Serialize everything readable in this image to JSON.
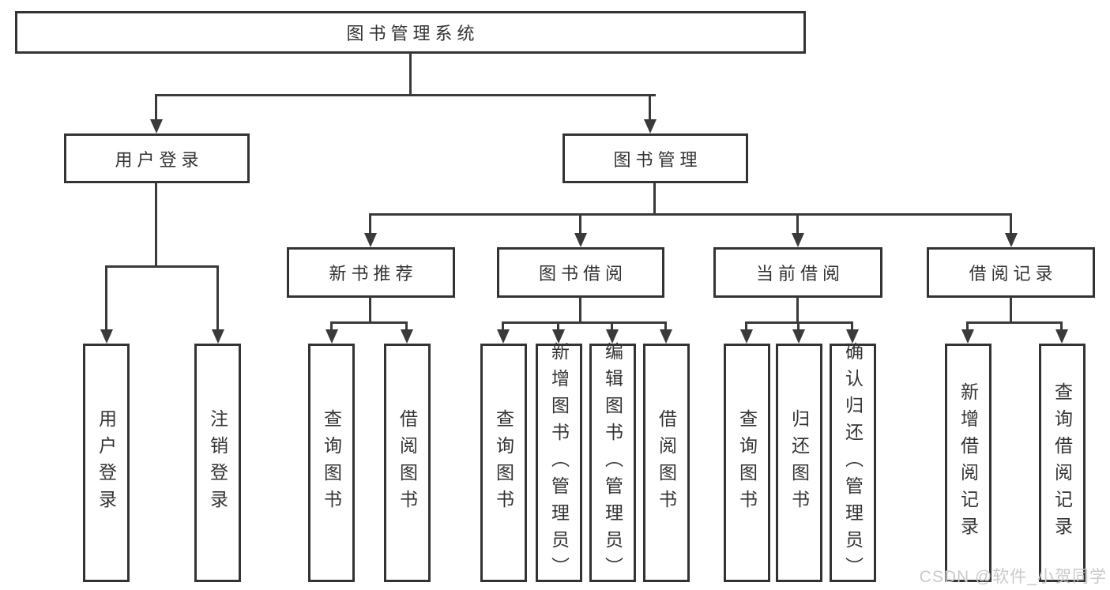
{
  "tree": {
    "root": {
      "label": "图书管理系统"
    },
    "children": [
      {
        "label": "用户登录",
        "children": [
          {
            "label": "用户登录"
          },
          {
            "label": "注销登录"
          }
        ]
      },
      {
        "label": "图书管理",
        "children": [
          {
            "label": "新书推荐",
            "children": [
              {
                "label": "查询图书"
              },
              {
                "label": "借阅图书"
              }
            ]
          },
          {
            "label": "图书借阅",
            "children": [
              {
                "label": "查询图书"
              },
              {
                "label": "新增图书（管理员）"
              },
              {
                "label": "编辑图书（管理员）"
              },
              {
                "label": "借阅图书"
              }
            ]
          },
          {
            "label": "当前借阅",
            "children": [
              {
                "label": "查询图书"
              },
              {
                "label": "归还图书"
              },
              {
                "label": "确认归还（管理员）"
              }
            ]
          },
          {
            "label": "借阅记录",
            "children": [
              {
                "label": "新增借阅记录"
              },
              {
                "label": "查询借阅记录"
              }
            ]
          }
        ]
      }
    ]
  },
  "watermark": {
    "text": "CSDN @软件_小贺同学"
  },
  "colors": {
    "line": "#3a3a3a",
    "box_border": "#333333",
    "box_fill": "#ffffff",
    "text": "#333333",
    "watermark": "#c9c9c9",
    "background": "#ffffff"
  }
}
